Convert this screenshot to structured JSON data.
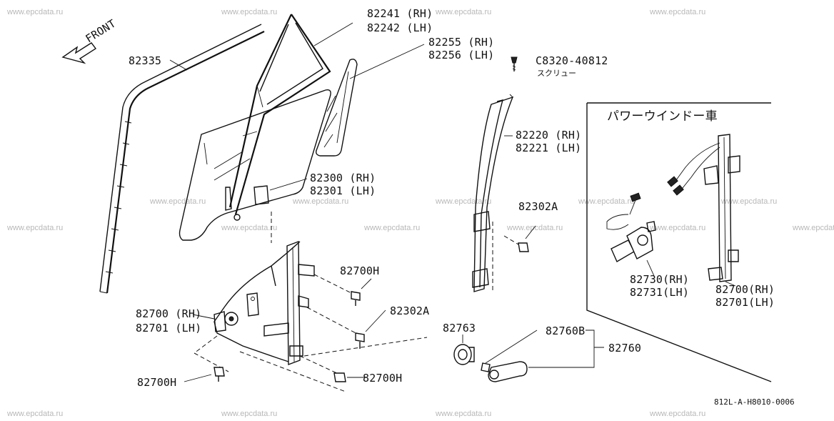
{
  "watermark": "www.epcdata.ru",
  "reference": "812L-A-H8010-0006",
  "front_label": "FRONT",
  "inset_title": "パワーウインドー車",
  "labels": {
    "p82335": "82335",
    "p82241": "82241 (RH)",
    "p82242": "82242 (LH)",
    "p82255": "82255 (RH)",
    "p82256": "82256 (LH)",
    "screw_code": "C8320-40812",
    "screw_name": "スクリュー",
    "p82220": "82220 (RH)",
    "p82221": "82221 (LH)",
    "p82300": "82300 (RH)",
    "p82301": "82301 (LH)",
    "p82302A_a": "82302A",
    "p82700H_a": "82700H",
    "p82302A_b": "82302A",
    "p82700_rh": "82700 (RH)",
    "p82701_lh": "82701 (LH)",
    "p82763": "82763",
    "p82760B": "82760B",
    "p82760": "82760",
    "p82700H_b": "82700H",
    "p82700H_c": "82700H",
    "p82730": "82730(RH)",
    "p82731": "82731(LH)",
    "p82700_inset": "82700(RH)",
    "p82701_inset": "82701(LH)"
  }
}
